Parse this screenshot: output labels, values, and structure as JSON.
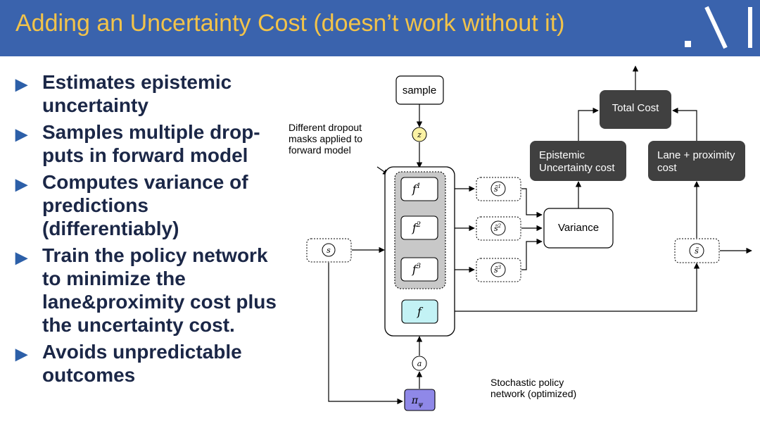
{
  "header": {
    "title": "Adding an Uncertainty Cost (doesn’t work without it)"
  },
  "bullets": [
    {
      "line1": "Estimates epistemic",
      "line2": "uncertainty"
    },
    {
      "line1": "Samples multiple drop-",
      "line2": "puts in forward model"
    },
    {
      "line1": "Computes variance of",
      "line2": "predictions",
      "line3": "(differentiably)"
    },
    {
      "line1": "Train the policy network",
      "line2": "to minimize the",
      "line3": "lane&proximity cost plus",
      "line4": "the uncertainty cost."
    },
    {
      "line1": "Avoids unpredictable",
      "line2": "outcomes"
    }
  ],
  "diagram": {
    "sample": "sample",
    "z": "z",
    "dropout_note": [
      "Different dropout",
      "masks applied to",
      "forward model"
    ],
    "f1": "f",
    "f1_sup": "1",
    "f2": "f",
    "f2_sup": "2",
    "f3": "f",
    "f3_sup": "3",
    "f": "f",
    "s_in": "s",
    "s1": "s̃",
    "s1_sup": "1",
    "s2": "s̃",
    "s2_sup": "2",
    "s3": "s̃",
    "s3_sup": "3",
    "s_out": "s̃",
    "variance": "Variance",
    "epistemic": [
      "Epistemic",
      "Uncertainty cost"
    ],
    "lane": [
      "Lane + proximity",
      "cost"
    ],
    "total": "Total Cost",
    "a": "a",
    "policy": "π",
    "policy_sub": "ψ",
    "policy_note": [
      "Stochastic policy",
      "network (optimized)"
    ]
  },
  "colors": {
    "header_bg": "#3a63ad",
    "title": "#f2c34a",
    "bullet_text": "#1b2747",
    "bullet_arrow": "#2c5fa8",
    "dark_box": "#404040",
    "z_fill": "#fbf2a4",
    "f_fill": "#c3f2f5",
    "policy_fill": "#8f88e8",
    "dropout_group": "#c8c8c8"
  }
}
